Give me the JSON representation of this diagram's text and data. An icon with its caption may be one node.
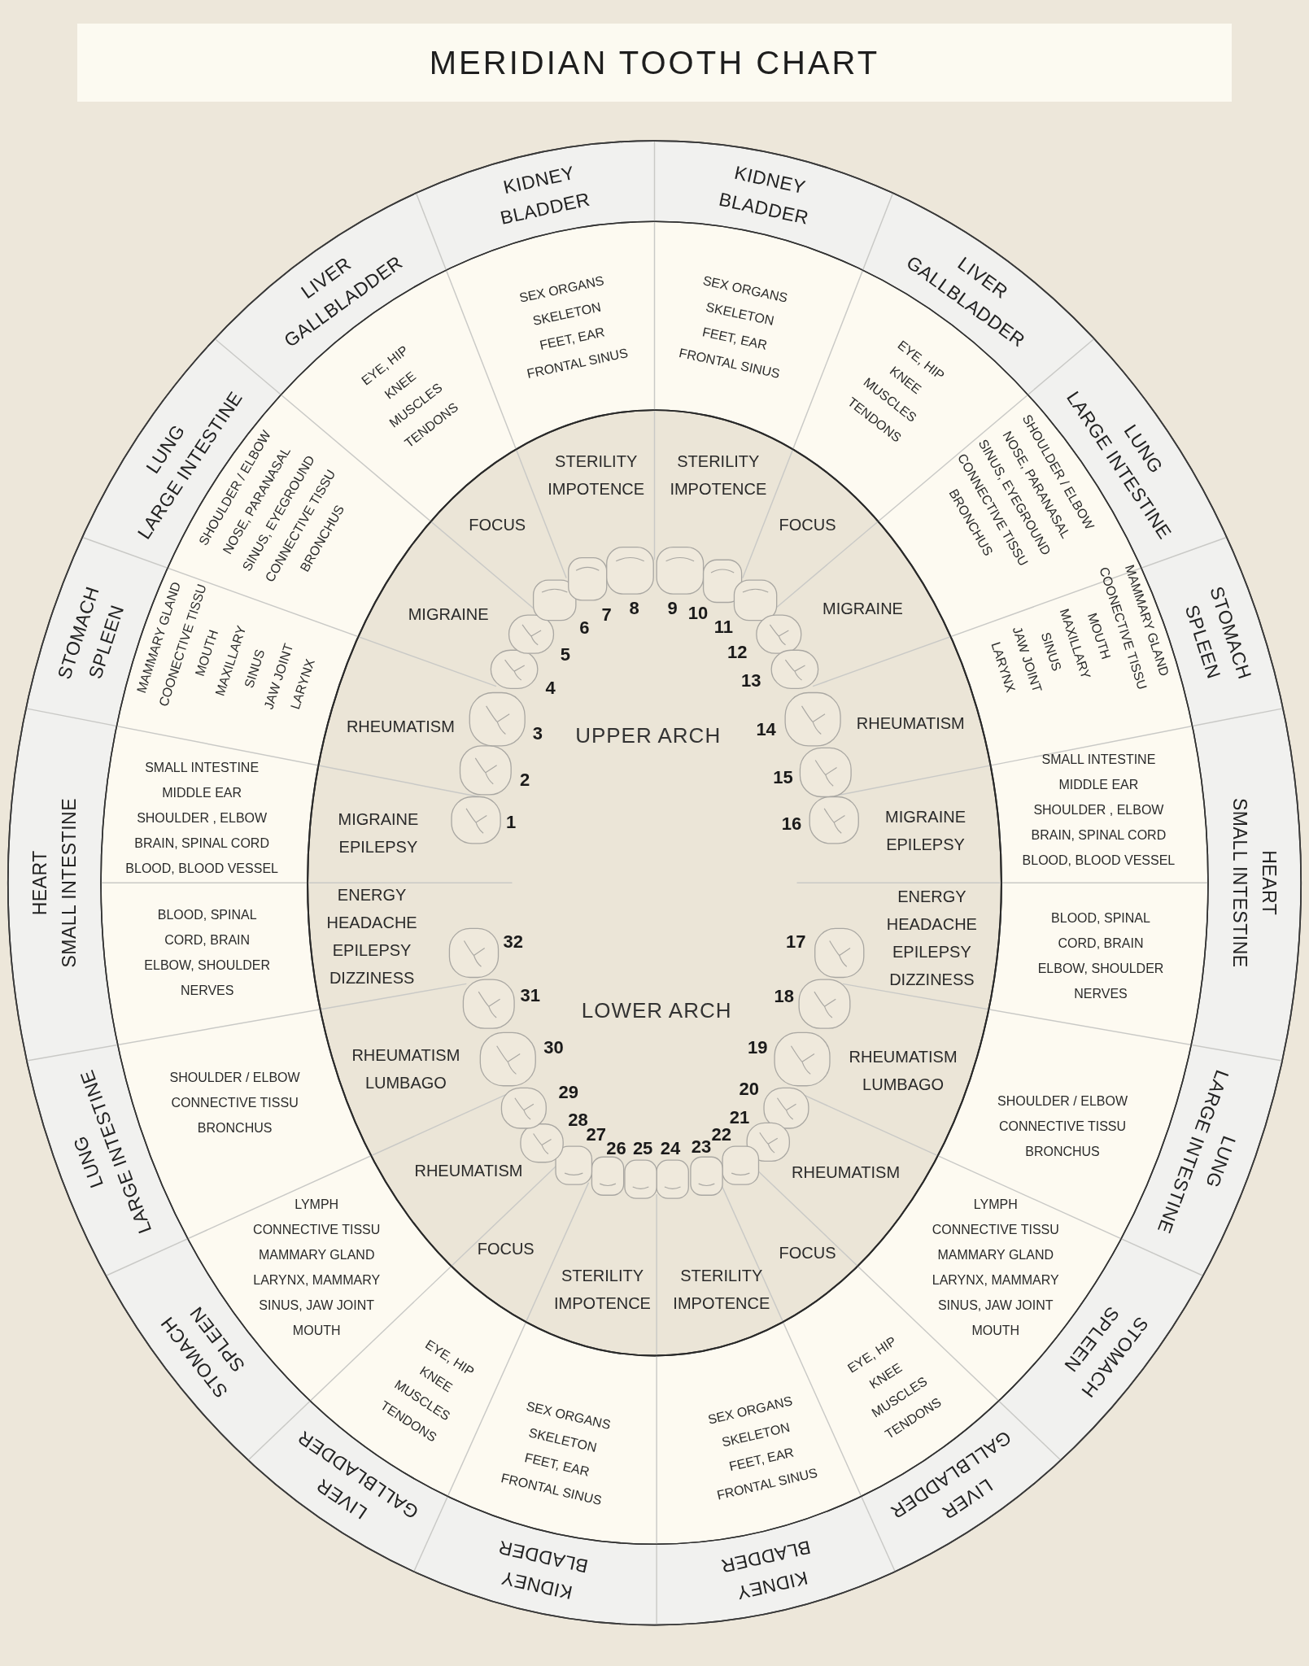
{
  "diagram": {
    "title": "MERIDIAN TOOTH CHART",
    "nodes": [
      {
        "text": [
          "KIDNEY",
          "BLADDER"
        ]
      },
      {
        "text": [
          "KIDNEY",
          "BLADDER"
        ]
      },
      {
        "text": [
          "LIVER",
          "GALLBLADDER"
        ]
      },
      {
        "text": [
          "LUNG",
          "LARGE INTESTINE"
        ]
      },
      {
        "text": [
          "STOMACH",
          "SPLEEN"
        ]
      },
      {
        "text": [
          "HEART",
          "SMALL INTESTINE"
        ]
      },
      {
        "text": [
          "LUNG",
          "LARGE INTESTINE"
        ]
      },
      {
        "text": [
          "STOMACH",
          "SPLEEN"
        ]
      },
      {
        "text": [
          "LIVER",
          "GALLBLADDER"
        ]
      },
      {
        "text": [
          "KIDNEY",
          "BLADDER"
        ]
      },
      {
        "text": [
          "KIDNEY",
          "BLADDER"
        ]
      },
      {
        "text": [
          "LIVER",
          "GALLBLADDER"
        ]
      },
      {
        "text": [
          "STOMACH",
          "SPLEEN"
        ]
      },
      {
        "text": [
          "LUNG",
          "LARGE INTESTINE"
        ]
      },
      {
        "text": [
          "HEART",
          "SMALL INTESTINE"
        ]
      },
      {
        "text": [
          "STOMACH",
          "SPLEEN"
        ]
      },
      {
        "text": [
          "LUNG",
          "LARGE INTESTINE"
        ]
      },
      {
        "text": [
          "LIVER",
          "GALLBLADDER"
        ]
      },
      {
        "text": [
          "SEX ORGANS",
          "SKELETON",
          "FEET, EAR",
          "FRONTAL SINUS"
        ]
      },
      {
        "text": [
          "SEX ORGANS",
          "SKELETON",
          "FEET, EAR",
          "FRONTAL SINUS"
        ]
      },
      {
        "text": [
          "EYE, HIP",
          "KNEE",
          "MUSCLES",
          "TENDONS"
        ]
      },
      {
        "text": [
          "SHOULDER / ELBOW",
          "NOSE, PARANASAL",
          "SINUS, EYEGROUND",
          "CONNECTIVE TISSU",
          "BRONCHUS"
        ]
      },
      {
        "text": [
          "MAMMARY GLAND",
          "COONECTIVE TISSU",
          "MOUTH",
          "MAXILLARY",
          "SINUS",
          "JAW JOINT",
          "LARYNX"
        ]
      },
      {
        "text": [
          "SMALL INTESTINE",
          "MIDDLE EAR",
          "SHOULDER , ELBOW",
          "BRAIN, SPINAL CORD",
          "BLOOD, BLOOD VESSEL"
        ]
      },
      {
        "text": [
          "BLOOD, SPINAL",
          "CORD, BRAIN",
          "ELBOW, SHOULDER",
          "NERVES"
        ]
      },
      {
        "text": [
          "SHOULDER / ELBOW",
          "CONNECTIVE TISSU",
          "BRONCHUS"
        ]
      },
      {
        "text": [
          "LYMPH",
          "CONNECTIVE TISSU",
          "MAMMARY GLAND",
          "LARYNX, MAMMARY",
          "SINUS, JAW JOINT",
          "MOUTH"
        ]
      },
      {
        "text": [
          "EYE, HIP",
          "KNEE",
          "MUSCLES",
          "TENDONS"
        ]
      },
      {
        "text": [
          "SEX ORGANS",
          "SKELETON",
          "FEET, EAR",
          "FRONTAL SINUS"
        ]
      },
      {
        "text": [
          "SEX ORGANS",
          "SKELETON",
          "FEET, EAR",
          "FRONTAL SINUS"
        ]
      },
      {
        "text": [
          "EYE, HIP",
          "KNEE",
          "MUSCLES",
          "TENDONS"
        ]
      },
      {
        "text": [
          "LYMPH",
          "CONNECTIVE TISSU",
          "MAMMARY GLAND",
          "LARYNX, MAMMARY",
          "SINUS, JAW JOINT",
          "MOUTH"
        ]
      },
      {
        "text": [
          "SHOULDER / ELBOW",
          "CONNECTIVE TISSU",
          "BRONCHUS"
        ]
      },
      {
        "text": [
          "BLOOD, SPINAL",
          "CORD, BRAIN",
          "ELBOW, SHOULDER",
          "NERVES"
        ]
      },
      {
        "text": [
          "SMALL INTESTINE",
          "MIDDLE EAR",
          "SHOULDER , ELBOW",
          "BRAIN, SPINAL CORD",
          "BLOOD, BLOOD VESSEL"
        ]
      },
      {
        "text": [
          "MAMMARY GLAND",
          "COONECTIVE TISSU",
          "MOUTH",
          "MAXILLARY",
          "SINUS",
          "JAW JOINT",
          "LARYNX"
        ]
      },
      {
        "text": [
          "SHOULDER / ELBOW",
          "NOSE, PARANASAL",
          "SINUS, EYEGROUND",
          "CONNECTIVE TISSU",
          "BRONCHUS"
        ]
      },
      {
        "text": [
          "EYE, HIP",
          "KNEE",
          "MUSCLES",
          "TENDONS"
        ]
      },
      {
        "text": [
          "STERILITY",
          "IMPOTENCE"
        ]
      },
      {
        "text": [
          "STERILITY",
          "IMPOTENCE"
        ]
      },
      {
        "text": [
          "FOCUS"
        ]
      },
      {
        "text": [
          "MIGRAINE"
        ]
      },
      {
        "text": [
          "RHEUMATISM"
        ]
      },
      {
        "text": [
          "MIGRAINE",
          "EPILEPSY"
        ]
      },
      {
        "text": [
          "ENERGY",
          "HEADACHE",
          "EPILEPSY",
          "DIZZINESS"
        ]
      },
      {
        "text": [
          "RHEUMATISM",
          "LUMBAGO"
        ]
      },
      {
        "text": [
          "RHEUMATISM"
        ]
      },
      {
        "text": [
          "FOCUS"
        ]
      },
      {
        "text": [
          "STERILITY",
          "IMPOTENCE"
        ]
      },
      {
        "text": [
          "STERILITY",
          "IMPOTENCE"
        ]
      },
      {
        "text": [
          "FOCUS"
        ]
      },
      {
        "text": [
          "RHEUMATISM"
        ]
      },
      {
        "text": [
          "RHEUMATISM",
          "LUMBAGO"
        ]
      },
      {
        "text": [
          "ENERGY",
          "HEADACHE",
          "EPILEPSY",
          "DIZZINESS"
        ]
      },
      {
        "text": [
          "MIGRAINE",
          "EPILEPSY"
        ]
      },
      {
        "text": [
          "RHEUMATISM"
        ]
      },
      {
        "text": [
          "MIGRAINE"
        ]
      },
      {
        "text": [
          "FOCUS"
        ]
      }
    ],
    "labels": [
      "1",
      "2",
      "3",
      "4",
      "5",
      "6",
      "7",
      "8",
      "9",
      "10",
      "11",
      "12",
      "13",
      "14",
      "15",
      "16",
      "UPPER ARCH",
      "LOWER ARCH",
      "17",
      "18",
      "19",
      "20",
      "21",
      "22",
      "23",
      "24",
      "25",
      "26",
      "27",
      "28",
      "29",
      "30",
      "31",
      "32"
    ]
  }
}
